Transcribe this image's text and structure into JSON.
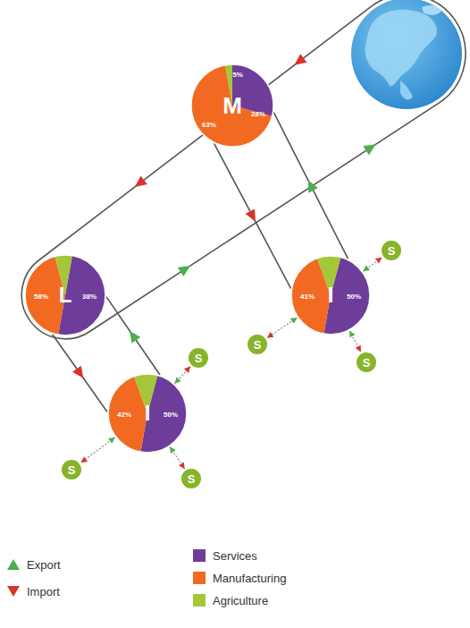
{
  "diagram": {
    "nodes": [
      {
        "text": [
          "M",
          "5%",
          "28%",
          "63%"
        ]
      },
      {
        "text": [
          "L",
          "58%",
          "38%"
        ]
      },
      {
        "text": [
          "I",
          "41%",
          "50%"
        ]
      },
      {
        "text": [
          "S"
        ]
      },
      {
        "text": [
          "S"
        ]
      },
      {
        "text": [
          "S"
        ]
      },
      {
        "text": [
          "I",
          "42%",
          "50%"
        ]
      },
      {
        "text": [
          "S"
        ]
      },
      {
        "text": [
          "S"
        ]
      },
      {
        "text": [
          "S"
        ]
      }
    ],
    "edges": [
      {
        "from": 0,
        "to": 2,
        "arrow": "to"
      },
      {
        "from": 2,
        "to": 0,
        "arrow": "to"
      },
      {
        "from": 1,
        "to": 6,
        "arrow": "to"
      },
      {
        "from": 6,
        "to": 1,
        "arrow": "to"
      },
      {
        "from": 2,
        "to": 3,
        "arrow": "both"
      },
      {
        "from": 2,
        "to": 4,
        "arrow": "both"
      },
      {
        "from": 2,
        "to": 5,
        "arrow": "both"
      },
      {
        "from": 6,
        "to": 7,
        "arrow": "both"
      },
      {
        "from": 6,
        "to": 8,
        "arrow": "both"
      },
      {
        "from": 6,
        "to": 9,
        "arrow": "both"
      }
    ],
    "legend": [
      {
        "text": "Export"
      },
      {
        "text": "Import"
      },
      {
        "text": "Services",
        "color": "#6e3d9a"
      },
      {
        "text": "Manufacturing",
        "color": "#f26a21"
      },
      {
        "text": "Agriculture",
        "color": "#a4c639"
      }
    ]
  }
}
